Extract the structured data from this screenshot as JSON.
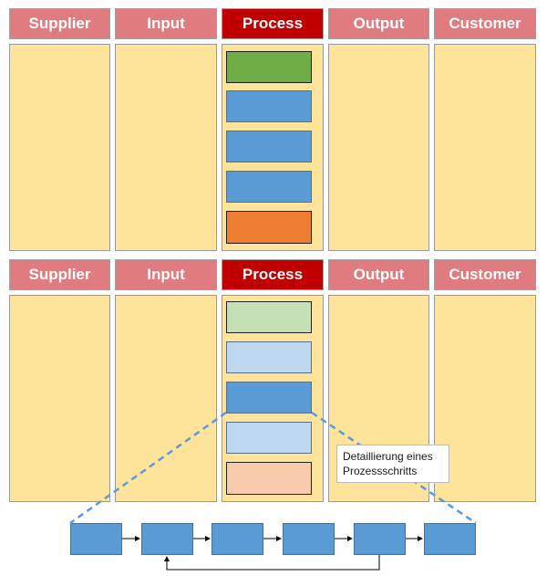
{
  "top_sipoc": {
    "headers": [
      "Supplier",
      "Input",
      "Process",
      "Output",
      "Customer"
    ],
    "process_steps": [
      {
        "color": "#70ad47"
      },
      {
        "color": "#5b9bd5"
      },
      {
        "color": "#5b9bd5"
      },
      {
        "color": "#5b9bd5"
      },
      {
        "color": "#ed7d31"
      }
    ]
  },
  "bottom_sipoc": {
    "headers": [
      "Supplier",
      "Input",
      "Process",
      "Output",
      "Customer"
    ],
    "process_steps": [
      {
        "color": "#c5e0b4"
      },
      {
        "color": "#bdd7ee"
      },
      {
        "color": "#5b9bd5",
        "highlighted": true
      },
      {
        "color": "#bdd7ee"
      },
      {
        "color": "#f8cbad"
      }
    ]
  },
  "callout": {
    "text": "Detaillierung eines Prozessschritts"
  },
  "detail_flow": {
    "step_count": 6,
    "feedback_loop": {
      "from_step": 5,
      "to_step": 2
    }
  },
  "colors": {
    "header_pale": "#e07b7f",
    "header_strong": "#c00000",
    "column_fill": "#fde49a",
    "detail_box": "#5b9bd5",
    "dashed_line": "#5b9bd5"
  }
}
